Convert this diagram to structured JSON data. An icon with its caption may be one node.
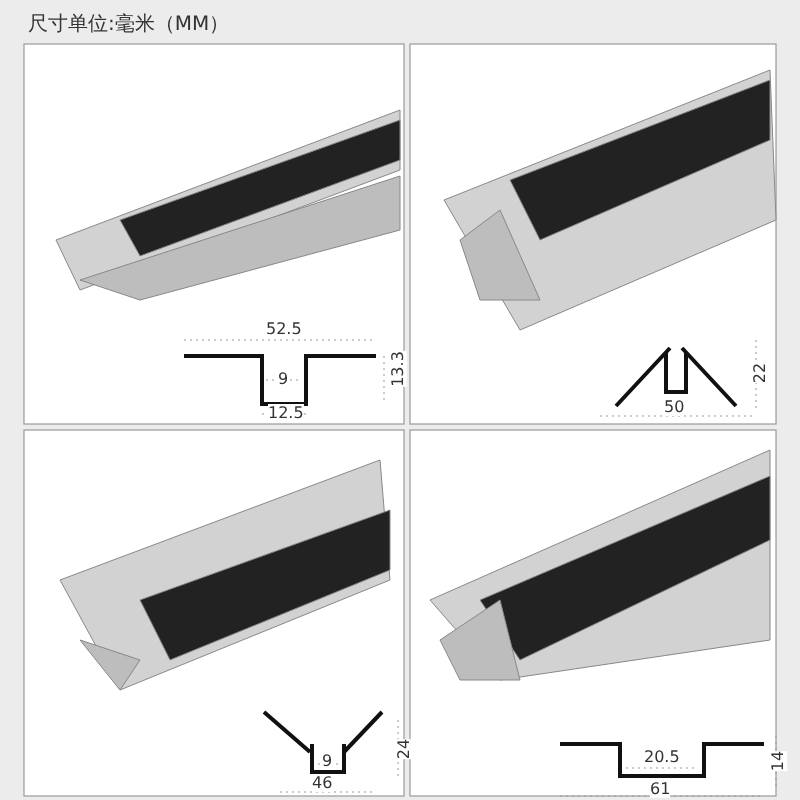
{
  "diagram": {
    "title": "尺寸单位:毫米（MM）",
    "labels": [
      "52.5",
      "9",
      "13.3",
      "12.5",
      "22",
      "50",
      "9",
      "24",
      "46",
      "20.5",
      "14",
      "61"
    ]
  }
}
